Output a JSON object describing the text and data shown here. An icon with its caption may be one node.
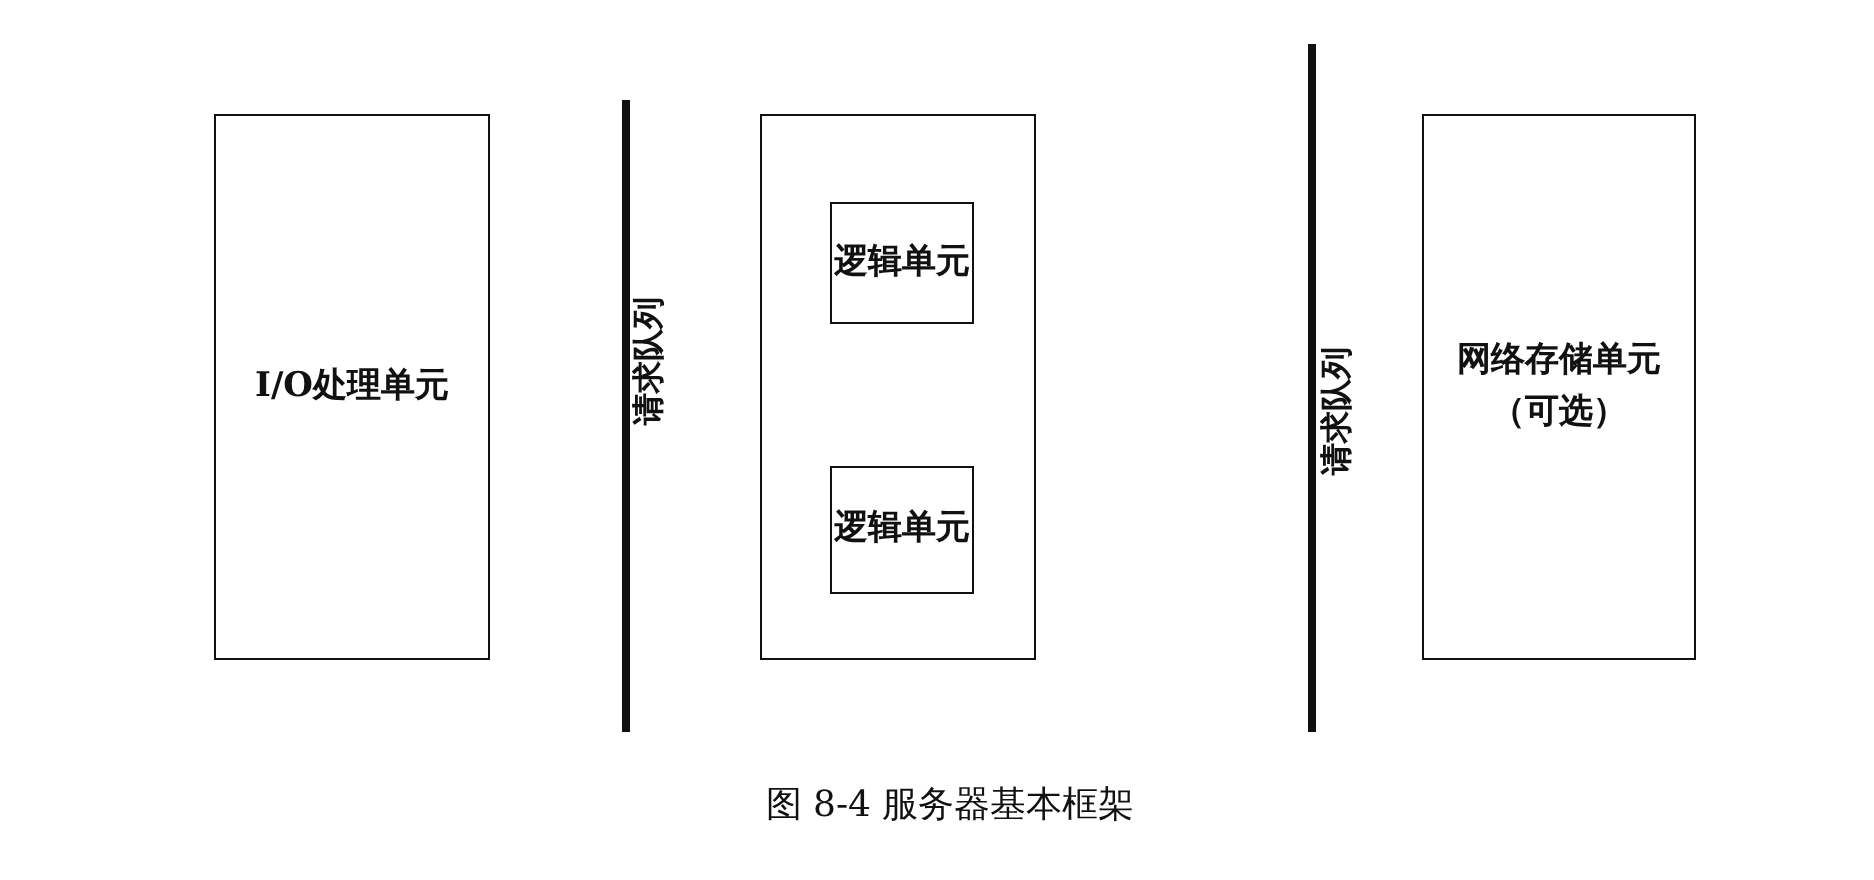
{
  "diagram": {
    "caption": "图 8-4 服务器基本框架",
    "nodes": [
      {
        "text": [
          "I/O处理单元"
        ]
      },
      {
        "text": [],
        "shape": "box"
      },
      {
        "text": [
          "逻辑单元"
        ],
        "in": 1
      },
      {
        "text": [
          "逻辑单元"
        ],
        "in": 1
      },
      {
        "text": [
          "网络存储单元（可选）"
        ]
      }
    ],
    "edges": [],
    "labels": [
      "请求队列",
      "请求队列"
    ]
  }
}
